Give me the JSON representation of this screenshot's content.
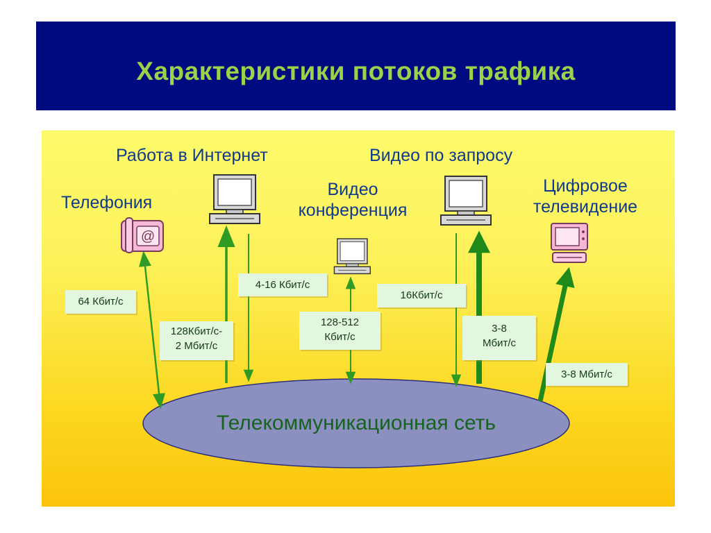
{
  "slide": {
    "title": "Характеристики потоков трафика"
  },
  "services": {
    "telephony": "Телефония",
    "internet": "Работа в Интернет",
    "videoconf_line1": "Видео",
    "videoconf_line2": "конференция",
    "vod": "Видео по запросу",
    "digital_tv_line1": "Цифровое",
    "digital_tv_line2": "телевидение"
  },
  "rates": {
    "telephony": "64 Кбит/с",
    "internet_up_line1": "128Кбит/с-",
    "internet_up_line2": "2 Мбит/с",
    "internet_down": "4-16 Кбит/с",
    "videoconf_line1": "128-512",
    "videoconf_line2": "Кбит/с",
    "vod_up": "16Кбит/с",
    "vod_down_line1": "3-8",
    "vod_down_line2": "Мбит/с",
    "digital_tv": "3-8 Мбит/с"
  },
  "network": {
    "label": "Телекоммуникационная сеть"
  },
  "icons": {
    "telephony": "phone-icon",
    "internet": "computer-icon",
    "videoconf": "computer-icon",
    "vod": "computer-icon",
    "digital_tv": "tv-icon"
  },
  "colors": {
    "banner": "#000a80",
    "title": "#9ad24a",
    "arrow": "#2f9a24",
    "network_fill": "#8b90c0",
    "label_text": "#103a8c"
  }
}
